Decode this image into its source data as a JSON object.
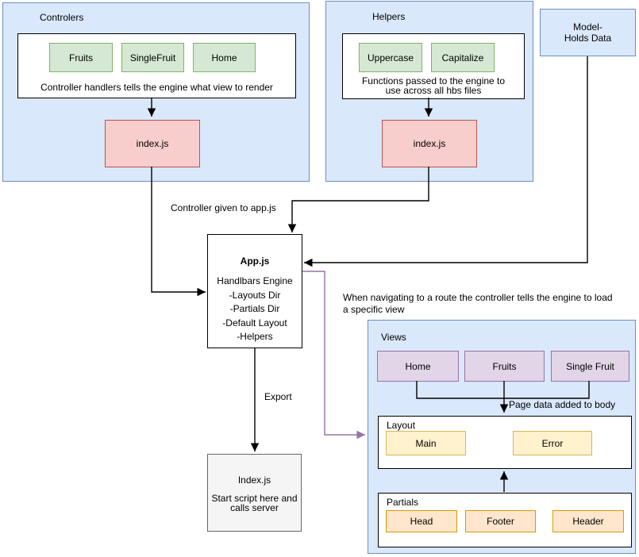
{
  "controllers": {
    "title": "Controlers",
    "handlers": [
      "Fruits",
      "SingleFruit",
      "Home"
    ],
    "caption": "Controller handlers tells the engine what view to render",
    "index_label": "index.js"
  },
  "helpers": {
    "title": "Helpers",
    "functions": [
      "Uppercase",
      "Capitalize"
    ],
    "caption": "Functions passed to the engine to\nuse across all hbs files",
    "index_label": "index.js"
  },
  "model": {
    "label": "Model-\nHolds Data"
  },
  "app": {
    "title": "App.js",
    "body": "Handlbars Engine\n-Layouts Dir\n-Partials Dir\n-Default Layout\n-Helpers"
  },
  "index_box": {
    "title": "Index.js",
    "body": "Start script here and\ncalls server"
  },
  "views": {
    "title": "Views",
    "view_boxes": [
      "Home",
      "Fruits",
      "Single Fruit"
    ],
    "layout": {
      "title": "Layout",
      "items": [
        "Main",
        "Error"
      ]
    },
    "partials": {
      "title": "Partials",
      "items": [
        "Head",
        "Footer",
        "Header"
      ]
    }
  },
  "labels": {
    "controller_to_app": "Controller given to app.js",
    "export": "Export",
    "navigate": "When navigating to a route the controller tells the engine to load\na specific view",
    "page_data": "Page data added to body"
  },
  "colors": {
    "container_fill": "#dae8fc",
    "container_border": "#6c8ebf",
    "green_fill": "#d5e8d4",
    "green_border": "#82b366",
    "red_fill": "#f8cecc",
    "red_border": "#b85450",
    "purple_fill": "#e1d5e7",
    "purple_border": "#9673a6",
    "yellow_fill": "#fff2cc",
    "yellow_border": "#d6b656",
    "orange_fill": "#ffe6cc",
    "orange_border": "#d79b00",
    "gray_fill": "#f5f5f5",
    "gray_border": "#666666",
    "arrow": "#000000",
    "purple_arrow": "#9673a6"
  }
}
